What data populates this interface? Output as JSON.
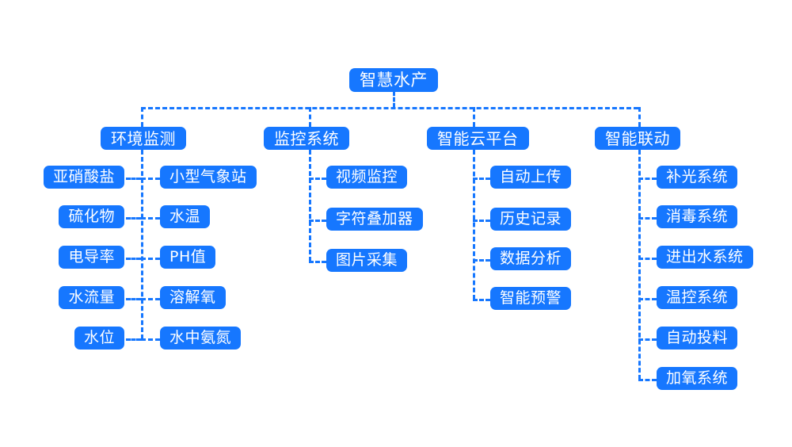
{
  "diagram": {
    "title": "智慧水产",
    "type": "mind-map",
    "accent_color": "#1677ff",
    "background_color": "#ffffff",
    "text_color": "#ffffff",
    "root": {
      "label": "智慧水产"
    },
    "branches": [
      {
        "id": "environment-monitoring",
        "label": "环境监测",
        "layout": "two-sided",
        "rows": [
          {
            "left": "亚硝酸盐",
            "right": "小型气象站"
          },
          {
            "left": "硫化物",
            "right": "水温"
          },
          {
            "left": "电导率",
            "right": "PH值"
          },
          {
            "left": "水流量",
            "right": "溶解氧"
          },
          {
            "left": "水位",
            "right": "水中氨氮"
          }
        ]
      },
      {
        "id": "monitoring-system",
        "label": "监控系统",
        "layout": "right",
        "items": [
          "视频监控",
          "字符叠加器",
          "图片采集"
        ]
      },
      {
        "id": "smart-cloud-platform",
        "label": "智能云平台",
        "layout": "right",
        "items": [
          "自动上传",
          "历史记录",
          "数据分析",
          "智能预警"
        ]
      },
      {
        "id": "smart-linkage",
        "label": "智能联动",
        "layout": "right",
        "items": [
          "补光系统",
          "消毒系统",
          "进出水系统",
          "温控系统",
          "自动投料",
          "加氧系统"
        ]
      }
    ]
  }
}
